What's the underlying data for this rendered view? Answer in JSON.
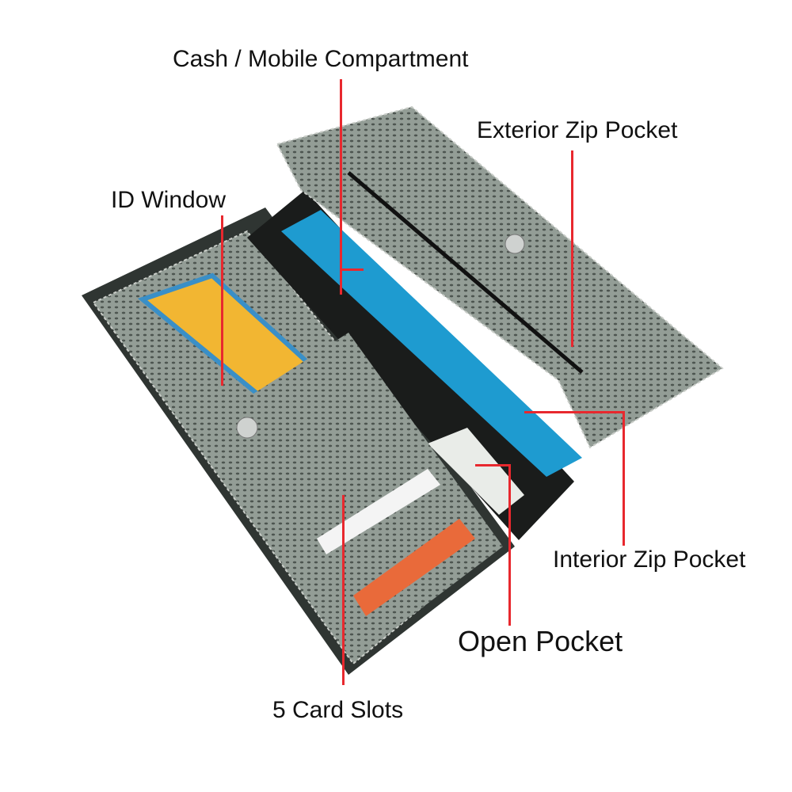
{
  "labels": {
    "cash_mobile": "Cash / Mobile Compartment",
    "exterior_zip": "Exterior Zip Pocket",
    "id_window": "ID Window",
    "interior_zip": "Interior Zip Pocket",
    "open_pocket": "Open Pocket",
    "card_slots": "5 Card Slots"
  },
  "colors": {
    "leader_line": "#e8282e",
    "leather": "#8f9a92",
    "phone": "#1e9bd0",
    "card": "#f2b632"
  }
}
